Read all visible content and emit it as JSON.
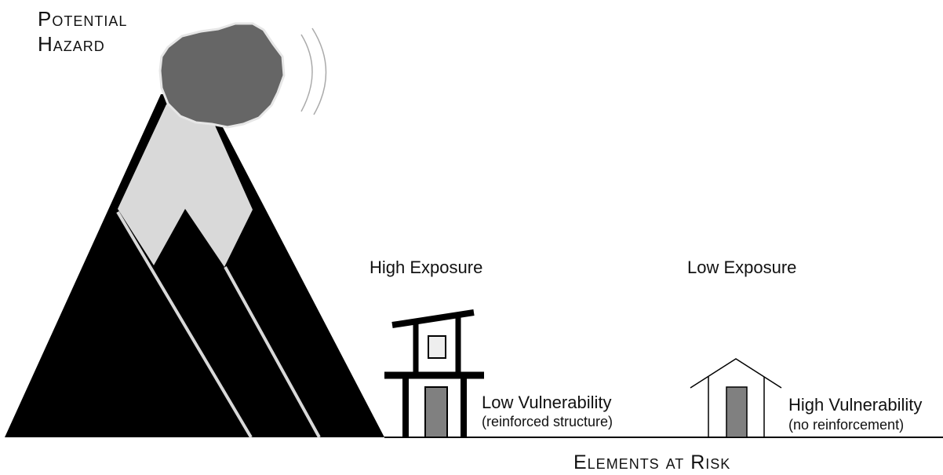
{
  "hazard": {
    "line1": "Potential",
    "line2": "Hazard",
    "icon": "boulder-icon"
  },
  "exposure": {
    "high": "High Exposure",
    "low": "Low Exposure"
  },
  "reinforced_house": {
    "vulnerability": "Low Vulnerability",
    "note": "(reinforced structure)"
  },
  "simple_house": {
    "vulnerability": "High Vulnerability",
    "note": "(no reinforcement)"
  },
  "footer": {
    "title": "Elements at Risk"
  },
  "colors": {
    "mountain": "#000000",
    "snow": "#d9d9d9",
    "boulder": "#666666",
    "door": "#808080",
    "window": "#eeeeee"
  }
}
